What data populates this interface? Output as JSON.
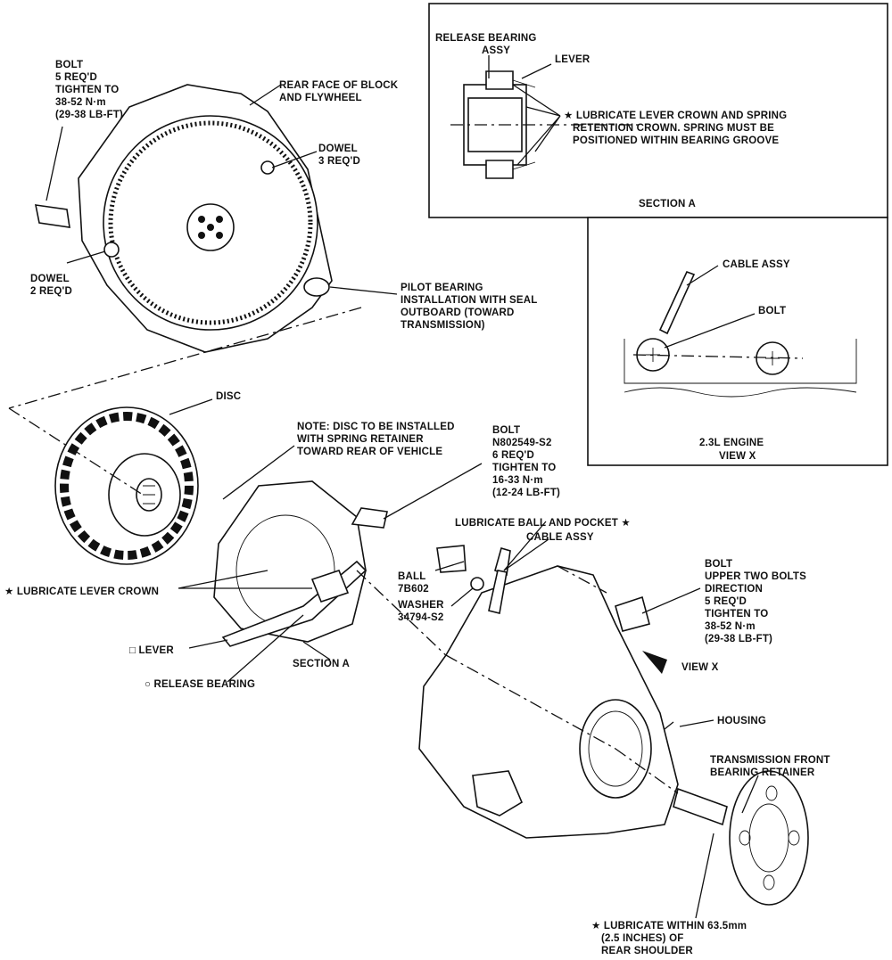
{
  "labels": {
    "bolt_flywheel": [
      "BOLT",
      "5 REQ'D",
      "TIGHTEN TO",
      "38-52 N·m",
      "(29-38 LB-FT)"
    ],
    "rear_face": [
      "REAR FACE OF BLOCK",
      "AND FLYWHEEL"
    ],
    "dowel3": [
      "DOWEL",
      "3 REQ'D"
    ],
    "dowel2": [
      "DOWEL",
      "2 REQ'D"
    ],
    "pilot_bearing": [
      "PILOT BEARING",
      "INSTALLATION WITH SEAL",
      "OUTBOARD (TOWARD",
      "TRANSMISSION)"
    ],
    "disc": [
      "DISC"
    ],
    "note": [
      "NOTE: DISC TO BE INSTALLED",
      "WITH SPRING RETAINER",
      "TOWARD REAR OF VEHICLE"
    ],
    "bolt_pressure": [
      "BOLT",
      "N802549-S2",
      "6 REQ'D",
      "TIGHTEN TO",
      "16-33 N·m",
      "(12-24 LB-FT)"
    ],
    "lubricate_ball": [
      "LUBRICATE BALL AND POCKET ★"
    ],
    "cable_assy_main": [
      "CABLE ASSY"
    ],
    "ball": [
      "BALL",
      "7B602"
    ],
    "washer": [
      "WASHER",
      "34794-S2"
    ],
    "lubricate_lever": [
      "★ LUBRICATE LEVER CROWN"
    ],
    "lever": [
      "□  LEVER"
    ],
    "release_bearing": [
      "○  RELEASE BEARING"
    ],
    "section_a_main": [
      "SECTION A"
    ],
    "bolt_housing": [
      "BOLT",
      "UPPER TWO BOLTS",
      "DIRECTION",
      "5 REQ'D",
      "TIGHTEN TO",
      "38-52 N·m",
      "(29-38 LB-FT)"
    ],
    "view_x": [
      "VIEW X"
    ],
    "housing": [
      "HOUSING"
    ],
    "trans_retainer": [
      "TRANSMISSION FRONT",
      "BEARING RETAINER"
    ],
    "lubricate_within": [
      "★ LUBRICATE WITHIN 63.5mm",
      "(2.5 INCHES) OF",
      "REAR SHOULDER"
    ]
  },
  "section_a_box": {
    "release_bearing": [
      "RELEASE BEARING",
      "ASSY"
    ],
    "lever": [
      "LEVER"
    ],
    "note": [
      "★ LUBRICATE LEVER CROWN AND SPRING",
      "RETENTION CROWN. SPRING MUST BE",
      "POSITIONED WITHIN BEARING GROOVE"
    ],
    "caption": "SECTION A"
  },
  "view_x_box": {
    "cable_assy": [
      "CABLE ASSY"
    ],
    "bolt": [
      "BOLT"
    ],
    "caption": [
      "2.3L ENGINE",
      "VIEW X"
    ]
  }
}
